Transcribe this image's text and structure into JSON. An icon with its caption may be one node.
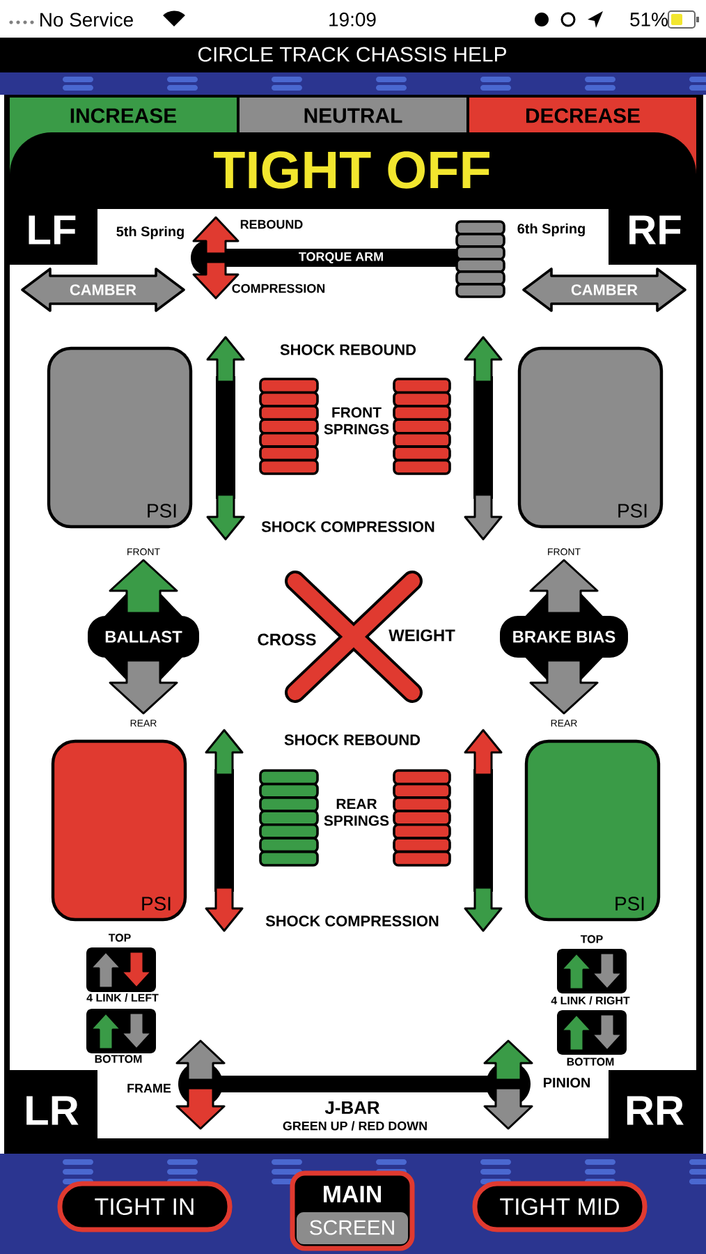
{
  "diagram": {
    "title": "TIGHT OFF",
    "nodes": [
      {
        "text": [
          "CAMBER"
        ]
      },
      {
        "text": [
          "CAMBER"
        ]
      },
      {
        "text": [
          "PSI"
        ]
      },
      {
        "text": [
          "PSI"
        ]
      },
      {
        "text": [
          "BALLAST"
        ]
      },
      {
        "text": [
          "BRAKE BIAS"
        ]
      },
      {
        "text": [
          "PSI"
        ]
      },
      {
        "text": [
          "PSI"
        ]
      },
      {
        "text": [
          "TIGHT IN"
        ]
      },
      {
        "text": [
          "MAIN",
          "SCREEN"
        ]
      },
      {
        "text": [
          "TIGHT MID"
        ]
      }
    ],
    "labels": [
      "No Service",
      "19:09",
      "51%",
      "CIRCLE TRACK CHASSIS HELP",
      "LF",
      "5th Spring",
      "REBOUND",
      "6th Spring",
      "RF",
      "TORQUE ARM",
      "COMPRESSION",
      "SHOCK REBOUND",
      "FRONT SPRINGS",
      "SHOCK COMPRESSION",
      "FRONT",
      "FRONT",
      "CROSS",
      "WEIGHT",
      "REAR",
      "REAR",
      "SHOCK REBOUND",
      "REAR SPRINGS",
      "SHOCK COMPRESSION",
      "TOP",
      "TOP",
      "4 LINK / LEFT",
      "4 LINK / RIGHT",
      "BOTTOM",
      "BOTTOM",
      "FRAME",
      "PINION",
      "LR",
      "J-BAR",
      "RR",
      "GREEN UP / RED DOWN"
    ],
    "legend": [
      {
        "text": "INCREASE",
        "color": "#3a9b47"
      },
      {
        "text": "NEUTRAL",
        "color": "#8c8c8c"
      },
      {
        "text": "DECREASE",
        "color": "#e03a30"
      }
    ]
  }
}
